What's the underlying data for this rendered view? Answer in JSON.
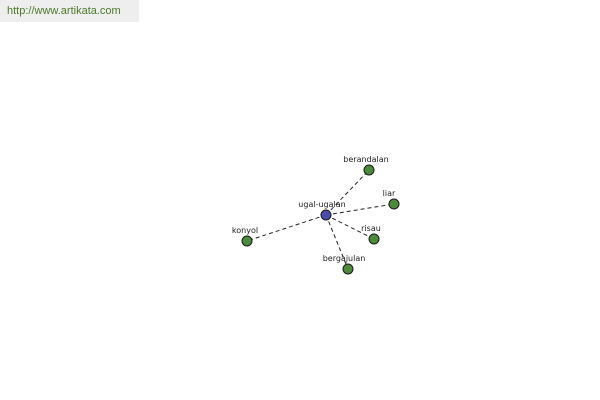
{
  "header": {
    "url": "http://www.artikata.com"
  },
  "colors": {
    "center_node": "#4a4ea8",
    "leaf_node": "#4c8a3c",
    "banner_text": "#4a7a2a"
  },
  "graph": {
    "center": {
      "label": "ugal-ugalan"
    },
    "neighbors": [
      {
        "label": "berandalan"
      },
      {
        "label": "liar"
      },
      {
        "label": "risau"
      },
      {
        "label": "bergajulan"
      },
      {
        "label": "konyol"
      }
    ]
  }
}
